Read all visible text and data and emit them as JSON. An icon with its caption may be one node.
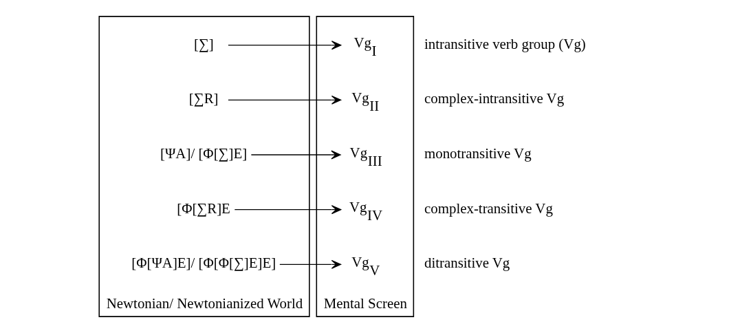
{
  "diagram": {
    "nodes": [
      {
        "text": [
          "Newtonian/ Newtonianized World"
        ]
      },
      {
        "text": [
          "[∑]"
        ],
        "in": 0
      },
      {
        "text": [
          "[∑R]"
        ],
        "in": 0
      },
      {
        "text": [
          "[ΨA]/ [Φ[∑]E]"
        ],
        "in": 0
      },
      {
        "text": [
          "[Φ[∑R]E"
        ],
        "in": 0
      },
      {
        "text": [
          "[Φ[ΨA]E]/ [Φ[Φ[∑]E]E]"
        ],
        "in": 0
      },
      {
        "text": [
          "Mental Screen"
        ]
      },
      {
        "text": [
          "Vg$_{I}$"
        ],
        "in": 6,
        "beside": [
          "intransitive verb group (Vg)"
        ]
      },
      {
        "text": [
          "Vg$_{II}$"
        ],
        "in": 6,
        "beside": [
          "complex-intransitive Vg"
        ]
      },
      {
        "text": [
          "Vg$_{III}$"
        ],
        "in": 6,
        "beside": [
          "monotransitive Vg"
        ]
      },
      {
        "text": [
          "Vg$_{IV}$"
        ],
        "in": 6,
        "beside": [
          "complex-transitive Vg"
        ]
      },
      {
        "text": [
          "Vg$_{V}$"
        ],
        "in": 6,
        "beside": [
          "ditransitive Vg"
        ]
      }
    ],
    "edges": [
      {
        "from": 1,
        "to": 7,
        "arrow": "to"
      },
      {
        "from": 2,
        "to": 8,
        "arrow": "to"
      },
      {
        "from": 3,
        "to": 9,
        "arrow": "to"
      },
      {
        "from": 4,
        "to": 10,
        "arrow": "to"
      },
      {
        "from": 5,
        "to": 11,
        "arrow": "to"
      }
    ]
  }
}
